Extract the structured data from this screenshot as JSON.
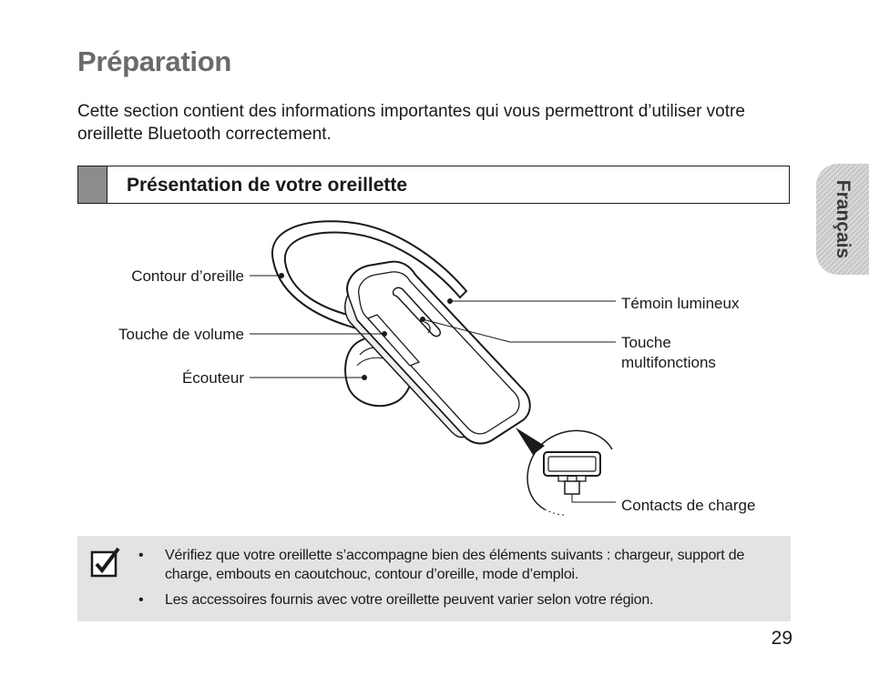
{
  "page": {
    "title": "Préparation",
    "intro": "Cette section contient des informations importantes qui vous permettront d’utiliser votre oreillette Bluetooth correctement.",
    "language_tab": "Français",
    "page_number": "29"
  },
  "section": {
    "title": "Présentation de votre oreillette"
  },
  "diagram": {
    "labels": {
      "ear_hook": "Contour d’oreille",
      "volume_key": "Touche de volume",
      "earpiece": "Écouteur",
      "indicator_light": "Témoin lumineux",
      "multifunction_key_line1": "Touche",
      "multifunction_key_line2": "multifonctions",
      "charging_contacts": "Contacts de charge"
    }
  },
  "note": {
    "icon": "checkbox-checked-icon",
    "items": [
      "Vérifiez que votre oreillette s’accompagne bien des éléments suivants : chargeur, support de charge, embouts en caoutchouc, contour d’oreille, mode d’emploi.",
      "Les accessoires fournis avec votre oreillette peuvent varier selon votre région."
    ],
    "bullet": "•"
  }
}
